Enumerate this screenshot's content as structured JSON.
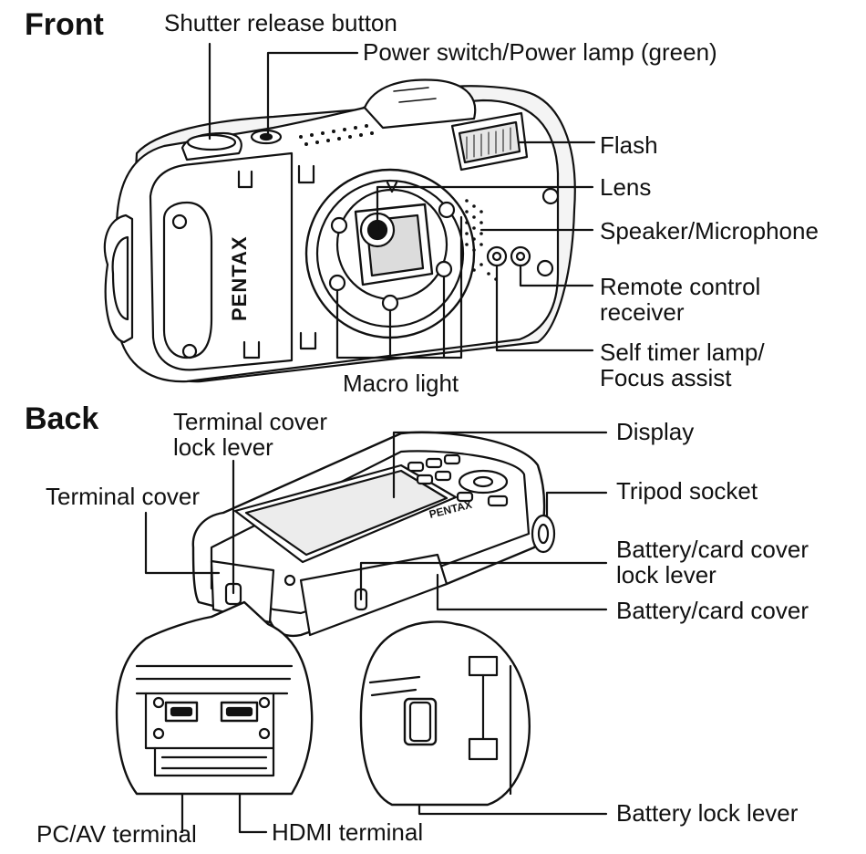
{
  "sections": {
    "front_title": "Front",
    "back_title": "Back"
  },
  "front_labels": {
    "shutter_release_button": "Shutter release button",
    "power_switch": "Power switch/Power lamp (green)",
    "flash": "Flash",
    "lens": "Lens",
    "speaker_microphone": "Speaker/Microphone",
    "remote_control_receiver": "Remote control\nreceiver",
    "self_timer_lamp": "Self timer lamp/\nFocus assist",
    "macro_light": "Macro light"
  },
  "back_labels": {
    "terminal_cover_lock_lever": "Terminal cover\nlock lever",
    "terminal_cover": "Terminal cover",
    "display": "Display",
    "tripod_socket": "Tripod socket",
    "battery_card_cover_lock_lever": "Battery/card cover\nlock lever",
    "battery_card_cover": "Battery/card cover",
    "battery_lock_lever": "Battery lock lever",
    "pc_av_terminal": "PC/AV terminal",
    "hdmi_terminal": "HDMI terminal"
  },
  "logos": {
    "front_brand": "PENTAX",
    "back_brand": "PENTAX"
  },
  "colors": {
    "ink": "#111111",
    "paper": "#ffffff",
    "body_fill": "#f4f4f4"
  }
}
